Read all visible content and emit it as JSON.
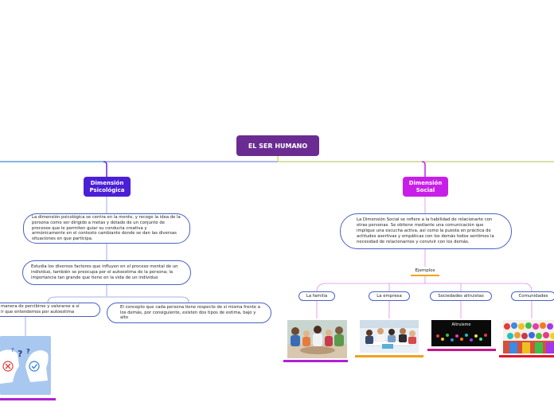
{
  "root": {
    "title": "EL SER HUMANO"
  },
  "left": {
    "title": "Dimensión Psicológica",
    "desc1": "La dimensión psicológica se centra en la mente, y recoge la idea de la persona como ser dirigido a metas y dotado de un conjunto de procesos que le permiten guiar su conducta creativa y armónicamente en el contexto cambiante donde se dan las diversas situaciones en que participa.",
    "desc2": "Estudia los diversos factores que influyen en el proceso mental de un individuo, también se preocupa por el autoestima de la persona; la importancia tan grande que tiene en la vida de un individuo",
    "sub1": "manera de percibirse y valorarse a sí\nir que entendemos por autoestima",
    "sub2": "El concepto que cada persona tiene respecto de sí misma frente a los demás, por consiguiente, existen dos tipos de estima, bajo y alto"
  },
  "right": {
    "title": "Dimensión Social",
    "desc": "La Dimensión Social se refiere a la habilidad de relacionarte con otras personas. Se obtiene mediante una comunicación que implique una escucha activa, así como la puesta en práctica de actitudes asertivas y empáticas con los demás todos sentimos la necesidad de relacionarnos y convivir con los demás.",
    "examples_label": "Ejemplos",
    "examples": [
      {
        "label": "La familia"
      },
      {
        "label": "La empresa"
      },
      {
        "label": "Sociedades altruistas",
        "image_text": "Altruismo"
      },
      {
        "label": "Comunidades"
      }
    ]
  },
  "colors": {
    "root": "#6a2c91",
    "left_category": "#4b1fd6",
    "right_category": "#c81fe8",
    "main_line_left": "#5a2bd8",
    "main_line_right": "#cfe15a",
    "far_left_line": "#4aa0d8",
    "underline_purple": "#b21fd6",
    "underline_orange": "#f0a21a",
    "underline_magenta": "#c8158a",
    "underline_red": "#e0152a"
  }
}
